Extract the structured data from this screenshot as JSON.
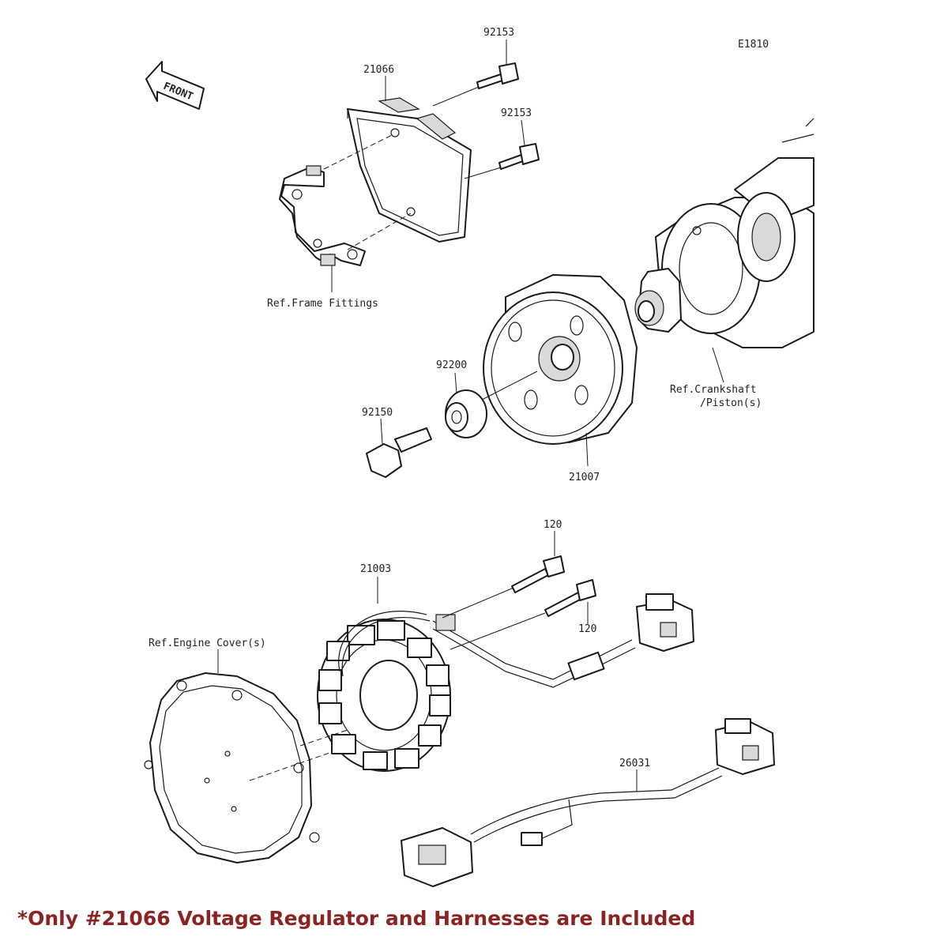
{
  "diagram_code": "E1810",
  "front_label": "FRONT",
  "parts": {
    "p92153_a": "92153",
    "p92153_b": "92153",
    "p21066": "21066",
    "p92200": "92200",
    "p92150": "92150",
    "p21007": "21007",
    "p120_a": "120",
    "p120_b": "120",
    "p21003": "21003",
    "p26031": "26031"
  },
  "refs": {
    "frame": "Ref.Frame Fittings",
    "crankshaft_line1": "Ref.Crankshaft",
    "crankshaft_line2": "/Piston(s)",
    "engine_cover": "Ref.Engine Cover(s)"
  },
  "footnote": "*Only #21066 Voltage Regulator and Harnesses are Included",
  "colors": {
    "footnote": "#8b2323",
    "ink": "#1a1a1a"
  }
}
